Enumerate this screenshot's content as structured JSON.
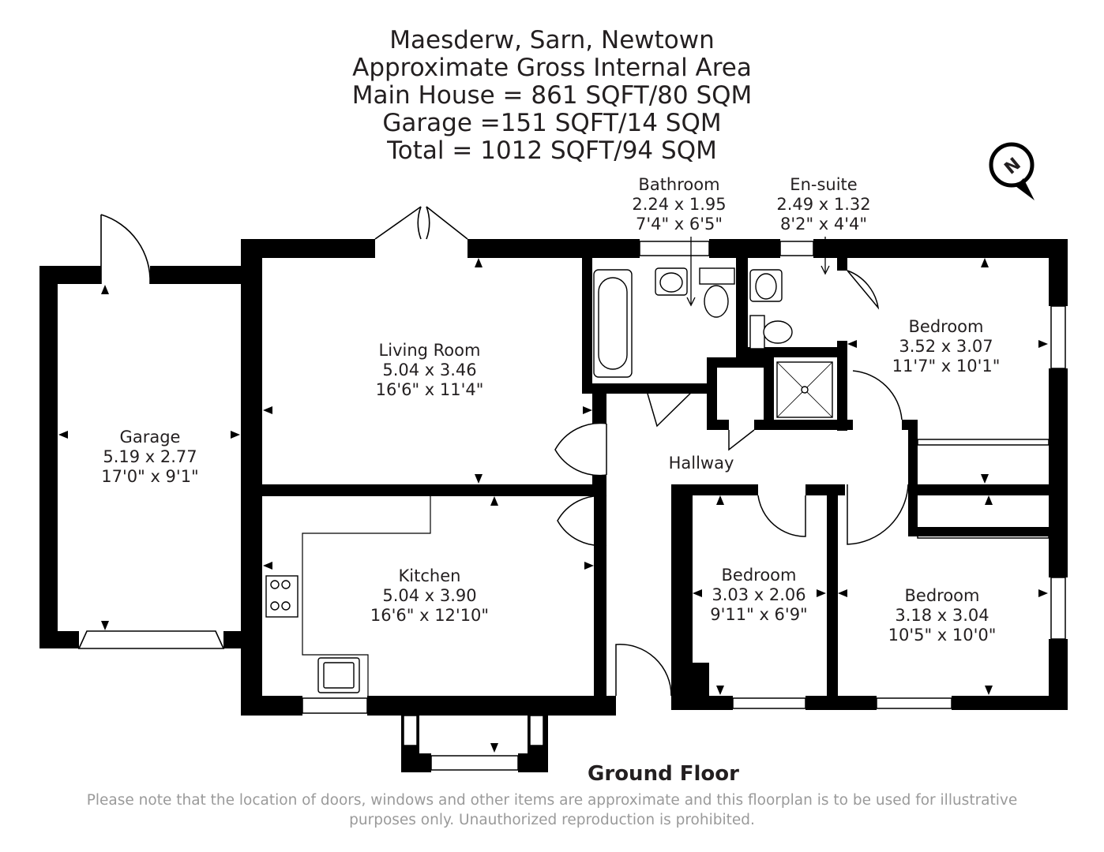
{
  "header": {
    "address": "Maesderw, Sarn, Newtown",
    "subtitle": "Approximate Gross Internal Area",
    "main_house": "Main House = 861 SQFT/80 SQM",
    "garage": "Garage =151 SQFT/14 SQM",
    "total": "Total = 1012 SQFT/94 SQM"
  },
  "compass": {
    "label": "N"
  },
  "rooms": {
    "garage": {
      "name": "Garage",
      "metric": "5.19 x 2.77",
      "imperial": "17'0\" x 9'1\""
    },
    "living": {
      "name": "Living Room",
      "metric": "5.04 x 3.46",
      "imperial": "16'6\" x 11'4\""
    },
    "kitchen": {
      "name": "Kitchen",
      "metric": "5.04 x 3.90",
      "imperial": "16'6\" x 12'10\""
    },
    "bathroom": {
      "name": "Bathroom",
      "metric": "2.24 x 1.95",
      "imperial": "7'4\" x 6'5\""
    },
    "ensuite": {
      "name": "En-suite",
      "metric": "2.49 x 1.32",
      "imperial": "8'2\" x 4'4\""
    },
    "bedroom1": {
      "name": "Bedroom",
      "metric": "3.52 x 3.07",
      "imperial": "11'7\" x 10'1\""
    },
    "bedroom2": {
      "name": "Bedroom",
      "metric": "3.03 x 2.06",
      "imperial": "9'11\" x 6'9\""
    },
    "bedroom3": {
      "name": "Bedroom",
      "metric": "3.18 x 3.04",
      "imperial": "10'5\" x 10'0\""
    },
    "hallway": {
      "name": "Hallway"
    }
  },
  "floor_label": "Ground Floor",
  "disclaimer": {
    "line1": "Please note that the location of doors, windows and other items are approximate and this floorplan is to be used for illustrative",
    "line2": "purposes only. Unauthorized reproduction is prohibited."
  },
  "colors": {
    "wall": "#000000",
    "text": "#231f20",
    "note": "#9a9a9a"
  }
}
